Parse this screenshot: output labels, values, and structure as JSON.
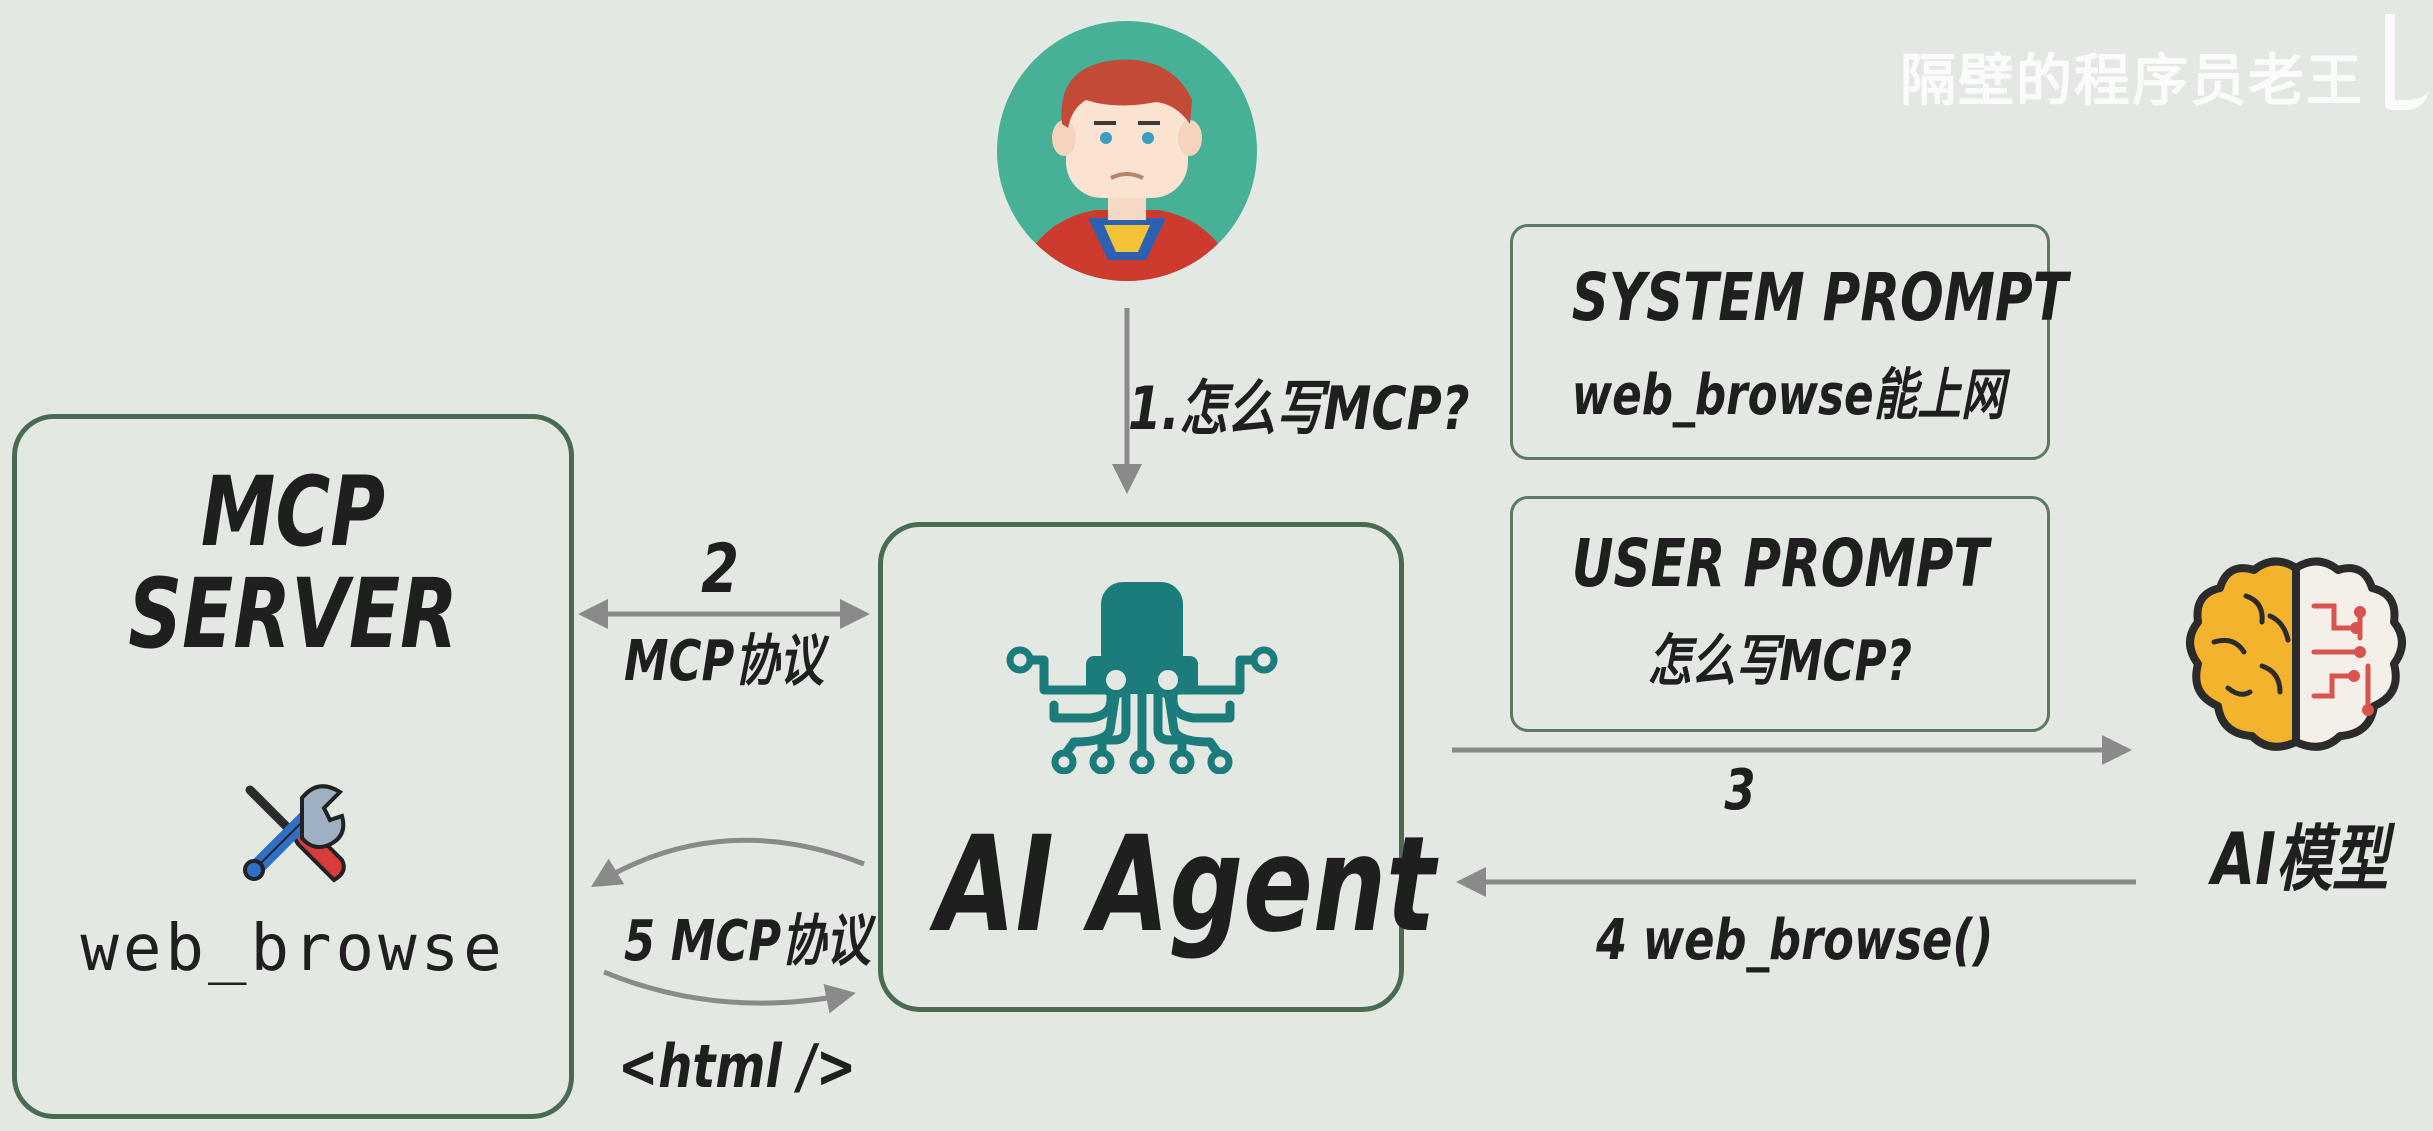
{
  "watermark": "隔壁的程序员老王",
  "mcp_server": {
    "title_line1": "MCP",
    "title_line2": "SERVER",
    "tool": "web_browse",
    "tool_icon": "tools-icon"
  },
  "agent": {
    "label": "AI Agent",
    "icon": "octopus-icon"
  },
  "model": {
    "label": "AI模型",
    "icon": "brain-icon"
  },
  "system_prompt": {
    "title": "SYSTEM PROMPT",
    "text": "web_browse能上网"
  },
  "user_prompt": {
    "title": "USER PROMPT",
    "text": "怎么写MCP?"
  },
  "user": {
    "icon": "user-avatar-icon"
  },
  "steps": {
    "s1": "1.怎么写MCP?",
    "s2_num": "2",
    "s2_label": "MCP协议",
    "s3": "3",
    "s4": "4 web_browse()",
    "s5": "5 MCP协议",
    "html_response": "<html />"
  },
  "colors": {
    "background": "#e3e8e3",
    "box_border": "#4a6a52",
    "arrow": "#8a8a8a",
    "agent_teal": "#1c7b7b",
    "avatar_bg": "#46b196"
  }
}
